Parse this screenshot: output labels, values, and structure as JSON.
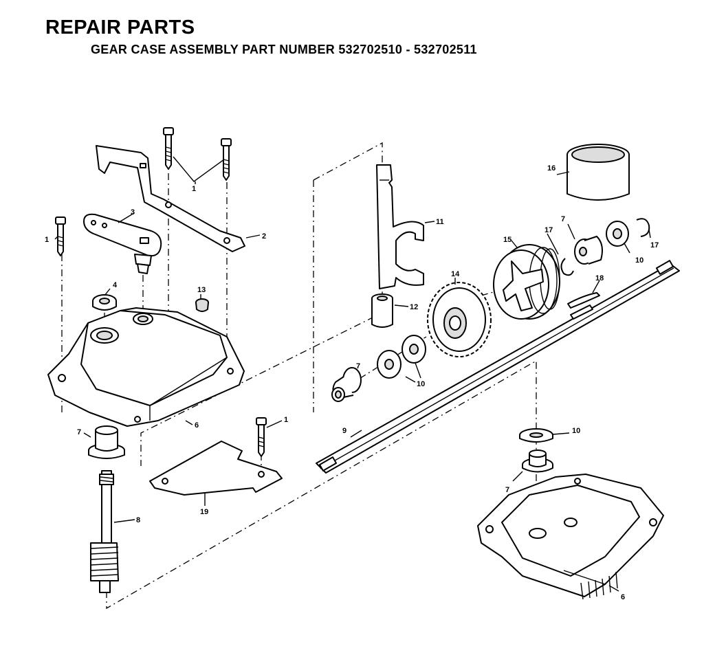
{
  "header": {
    "title": "REPAIR PARTS",
    "subtitle": "GEAR CASE ASSEMBLY PART NUMBER 532702510 - 532702511"
  },
  "callouts": [
    {
      "id": "c1a",
      "label": "1"
    },
    {
      "id": "c1b",
      "label": "1"
    },
    {
      "id": "c1c",
      "label": "1"
    },
    {
      "id": "c2",
      "label": "2"
    },
    {
      "id": "c3",
      "label": "3"
    },
    {
      "id": "c4",
      "label": "4"
    },
    {
      "id": "c6a",
      "label": "6"
    },
    {
      "id": "c6b",
      "label": "6"
    },
    {
      "id": "c7a",
      "label": "7"
    },
    {
      "id": "c7b",
      "label": "7"
    },
    {
      "id": "c7c",
      "label": "7"
    },
    {
      "id": "c7d",
      "label": "7"
    },
    {
      "id": "c8",
      "label": "8"
    },
    {
      "id": "c9",
      "label": "9"
    },
    {
      "id": "c10a",
      "label": "10"
    },
    {
      "id": "c10b",
      "label": "10"
    },
    {
      "id": "c10c",
      "label": "10"
    },
    {
      "id": "c11",
      "label": "11"
    },
    {
      "id": "c12",
      "label": "12"
    },
    {
      "id": "c13",
      "label": "13"
    },
    {
      "id": "c14",
      "label": "14"
    },
    {
      "id": "c15",
      "label": "15"
    },
    {
      "id": "c16",
      "label": "16"
    },
    {
      "id": "c17a",
      "label": "17"
    },
    {
      "id": "c17b",
      "label": "17"
    },
    {
      "id": "c18",
      "label": "18"
    },
    {
      "id": "c19",
      "label": "19"
    }
  ]
}
